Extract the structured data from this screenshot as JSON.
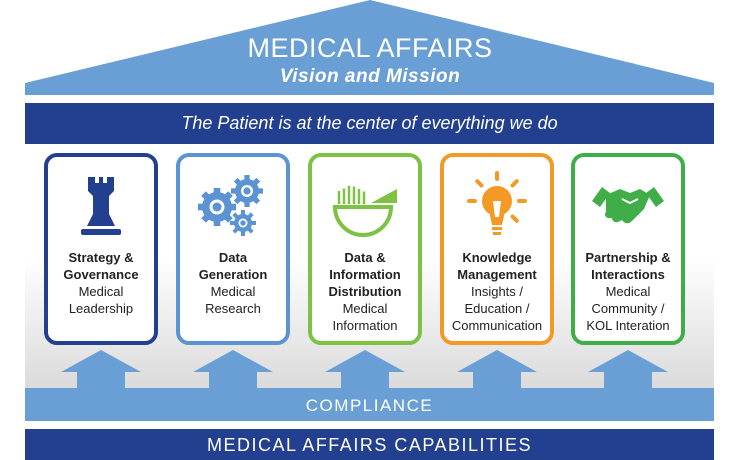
{
  "roof": {
    "title": "MEDICAL AFFAIRS",
    "subtitle": "Vision and Mission"
  },
  "banner": "The Patient is at the center of everything we do",
  "pillars": [
    {
      "title": [
        "Strategy &",
        "Governance"
      ],
      "desc": [
        "Medical",
        "Leadership"
      ],
      "color": "#233f8f",
      "icon": "chess-rook-icon"
    },
    {
      "title": [
        "Data",
        "Generation"
      ],
      "desc": [
        "Medical",
        "Research"
      ],
      "color": "#5b93d3",
      "icon": "gears-icon"
    },
    {
      "title": [
        "Data &",
        "Information",
        "Distribution"
      ],
      "desc": [
        "Medical",
        "Information"
      ],
      "color": "#7dc242",
      "icon": "pie-chart-icon"
    },
    {
      "title": [
        "Knowledge",
        "Management"
      ],
      "desc": [
        "Insights /",
        "Education /",
        "Communication"
      ],
      "color": "#f39a26",
      "icon": "lightbulb-icon"
    },
    {
      "title": [
        "Partnership &",
        "Interactions"
      ],
      "desc": [
        "Medical",
        "Community /",
        "KOL Interation"
      ],
      "color": "#3fae49",
      "icon": "handshake-icon"
    }
  ],
  "compliance": "COMPLIANCE",
  "capabilities": "MEDICAL AFFAIRS CAPABILITIES",
  "colors": {
    "dark_blue": "#233f8f",
    "light_blue": "#6a9fd6"
  }
}
